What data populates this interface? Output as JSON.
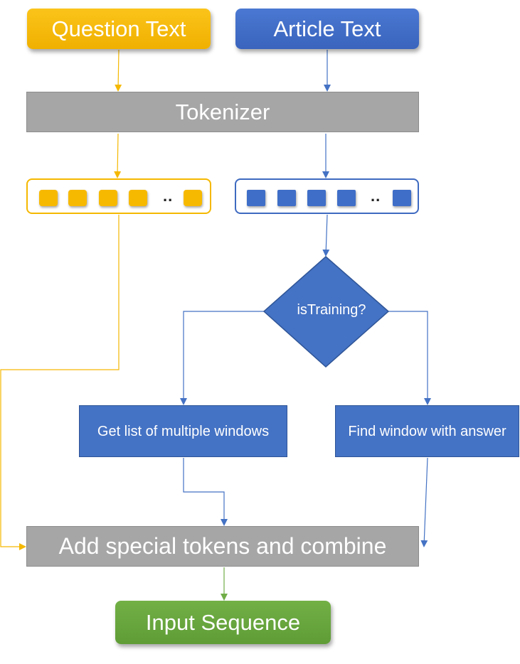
{
  "nodes": {
    "question_text": "Question Text",
    "article_text": "Article Text",
    "tokenizer": "Tokenizer",
    "question_tokens_ellipsis": "..",
    "article_tokens_ellipsis": "..",
    "decision": "isTraining?",
    "multiple_windows": "Get list of multiple windows",
    "window_with_answer": "Find window with answer",
    "combine": "Add special tokens and combine",
    "input_sequence": "Input Sequence"
  },
  "colors": {
    "question": "#f5b800",
    "article": "#4472c4",
    "process_gray": "#a6a6a6",
    "output_green": "#70ad47",
    "connector_blue": "#4472c4",
    "connector_yellow": "#f5b800",
    "connector_green": "#70ad47"
  }
}
